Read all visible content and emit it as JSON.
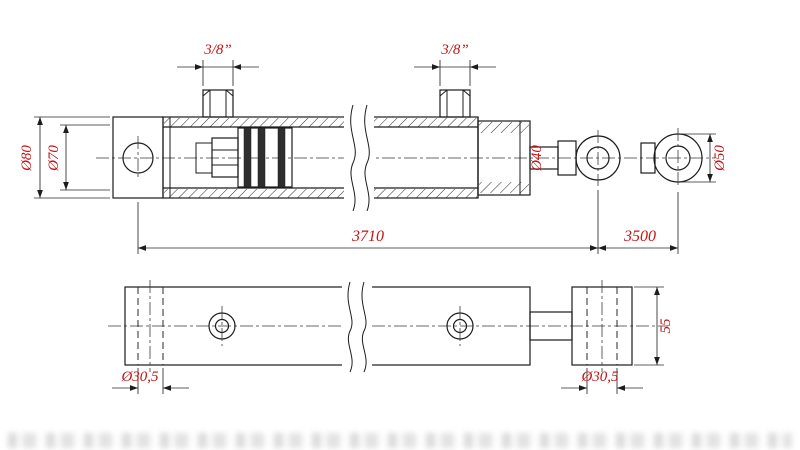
{
  "drawing": {
    "title": "hydraulic-cylinder-technical-drawing",
    "dimensions": {
      "port_left": "3/8”",
      "port_right": "3/8”",
      "dia_outer": "Ø80",
      "dia_inner": "Ø70",
      "dia_rod": "Ø40",
      "dia_eye": "Ø50",
      "length_main": "3710",
      "length_right": "3500",
      "dia_hole_left": "Ø30,5",
      "dia_hole_right": "Ø30,5",
      "block_height": "55"
    },
    "colors": {
      "dimension_text": "#c31414",
      "drawing_line": "#1c1c1c"
    }
  }
}
